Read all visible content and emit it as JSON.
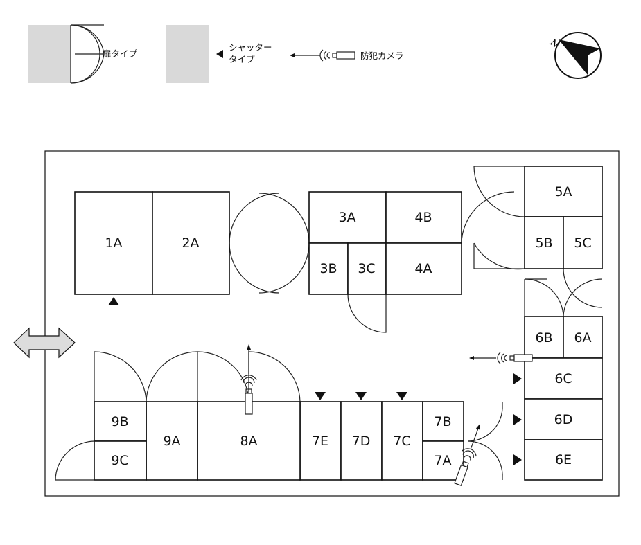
{
  "legend": {
    "door_type": "扉タイプ",
    "shutter_type_line1": "シャッター",
    "shutter_type_line2": "タイプ",
    "camera": "防犯カメラ"
  },
  "compass": {
    "north_label": "N"
  },
  "rooms": {
    "r1A": "1A",
    "r2A": "2A",
    "r3A": "3A",
    "r3B": "3B",
    "r3C": "3C",
    "r4A": "4A",
    "r4B": "4B",
    "r5A": "5A",
    "r5B": "5B",
    "r5C": "5C",
    "r6A": "6A",
    "r6B": "6B",
    "r6C": "6C",
    "r6D": "6D",
    "r6E": "6E",
    "r7A": "7A",
    "r7B": "7B",
    "r7C": "7C",
    "r7D": "7D",
    "r7E": "7E",
    "r8A": "8A",
    "r9A": "9A",
    "r9B": "9B",
    "r9C": "9C"
  },
  "colors": {
    "line": "#111111",
    "legend_fill": "#d9d9d9",
    "arrow_fill": "#dcdcdc"
  }
}
